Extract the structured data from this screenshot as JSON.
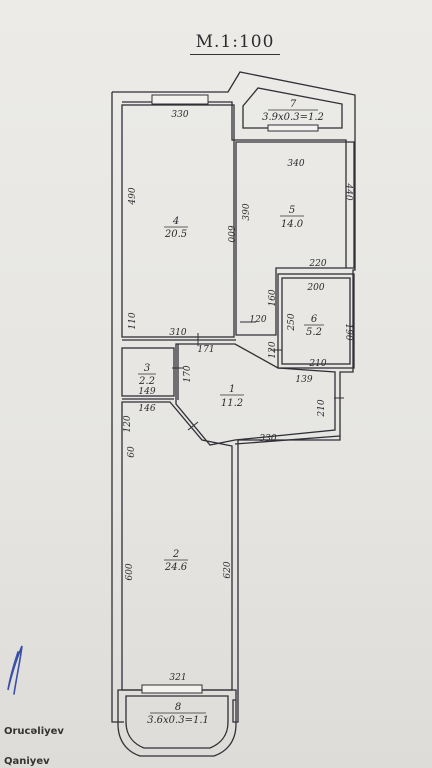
{
  "plan": {
    "scale": "M.1:100",
    "rooms": [
      {
        "id": "r4",
        "number": "4",
        "area": "20.5"
      },
      {
        "id": "r5",
        "number": "5",
        "area": "14.0"
      },
      {
        "id": "r6",
        "number": "6",
        "area": "5.2"
      },
      {
        "id": "r3",
        "number": "3",
        "area": "2.2"
      },
      {
        "id": "r1",
        "number": "1",
        "area": "11.2"
      },
      {
        "id": "r2",
        "number": "2",
        "area": "24.6"
      },
      {
        "id": "r7",
        "number": "7",
        "area": "3.9x0.3=1.2"
      },
      {
        "id": "r8",
        "number": "8",
        "area": "3.6x0.3=1.1"
      }
    ],
    "dimensions": {
      "d330_top": "330",
      "d490": "490",
      "d600_r4": "600",
      "d110": "110",
      "d310": "310",
      "d171": "171",
      "d340": "340",
      "d390": "390",
      "d440": "440",
      "d220": "220",
      "d200": "200",
      "d160": "160",
      "d120_a": "120",
      "d250": "250",
      "d190": "190",
      "d120_b": "120",
      "d210_r6": "210",
      "d139": "139",
      "d170": "170",
      "d149": "149",
      "d146": "146",
      "d120_c": "120",
      "d60": "60",
      "d210_r1": "210",
      "d330_r1": "330",
      "d600_r2": "600",
      "d620": "620",
      "d321": "321"
    }
  },
  "signatures": {
    "line1": "Orucəliyev",
    "line2": "Qaniyev"
  }
}
